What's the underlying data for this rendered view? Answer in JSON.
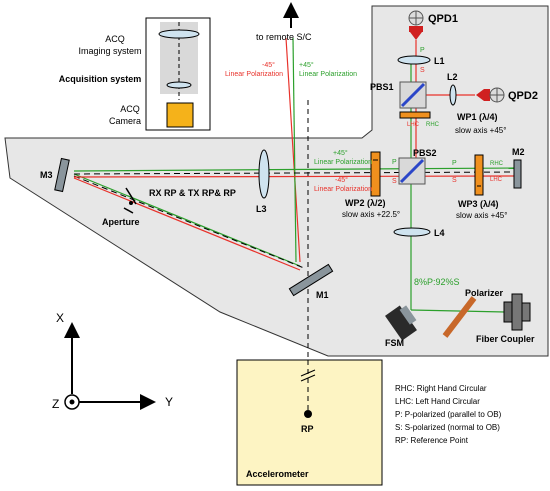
{
  "acquisition": {
    "imaging_label_line1": "ACQ",
    "imaging_label_line2": "Imaging system",
    "system_label": "Acquisition system",
    "camera_label_line1": "ACQ",
    "camera_label_line2": "Camera"
  },
  "remote": {
    "label": "to remote S/C",
    "pol_red_line1": "-45°",
    "pol_red_line2": "Linear Polarization",
    "pol_green_line1": "+45°",
    "pol_green_line2": "Linear Polarization"
  },
  "components": {
    "qpd1": "QPD1",
    "qpd2": "QPD2",
    "l1": "L1",
    "l2": "L2",
    "pbs1": "PBS1",
    "pbs2": "PBS2",
    "wp1_line1": "WP1 (λ/4)",
    "wp1_line2": "slow axis +45°",
    "m2": "M2",
    "wp3_line1": "WP3 (λ/4)",
    "wp3_line2": "slow axis +45°",
    "wp2_line1": "WP2 (λ/2)",
    "wp2_line2": "slow axis +22.5°",
    "m3": "M3",
    "l3": "L3",
    "l4": "L4",
    "m1": "M1",
    "aperture": "Aperture",
    "rx_label": "RX RP & TX RP& RP",
    "polarizer": "Polarizer",
    "fsm": "FSM",
    "fiber_coupler": "Fiber Coupler",
    "split_ratio": "8%P:92%S"
  },
  "beam_labels": {
    "p1": "P",
    "s1": "S",
    "lhc_top": "LHC",
    "rhc_top": "RHC",
    "pol_green_line1": "+45°",
    "pol_green_line2": "Linear Polarization",
    "pol_red_line1": "-45°",
    "pol_red_line2": "Linear Polarization",
    "p2": "P",
    "s2": "S",
    "p3": "P",
    "s3": "S",
    "rhc_right": "RHC",
    "lhc_right": "LHC"
  },
  "axes": {
    "x": "X",
    "y": "Y",
    "z": "Z"
  },
  "accelerometer": {
    "rp": "RP",
    "label": "Accelerometer"
  },
  "legend": [
    "RHC: Right Hand Circular",
    "LHC: Left Hand Circular",
    "P: P-polarized (parallel to OB)",
    "S: S-polarized (normal to OB)",
    "RP: Reference Point"
  ],
  "colors": {
    "red_beam": "#e8322b",
    "green_beam": "#2ca02c",
    "lens": "#cfe3ef",
    "waveplate": "#f0901e",
    "pbs_blue": "#2b46c8",
    "accelerometer_fill": "#fdf4c3",
    "camera": "#f5b21a",
    "bench_fill": "#e7e7e7"
  }
}
